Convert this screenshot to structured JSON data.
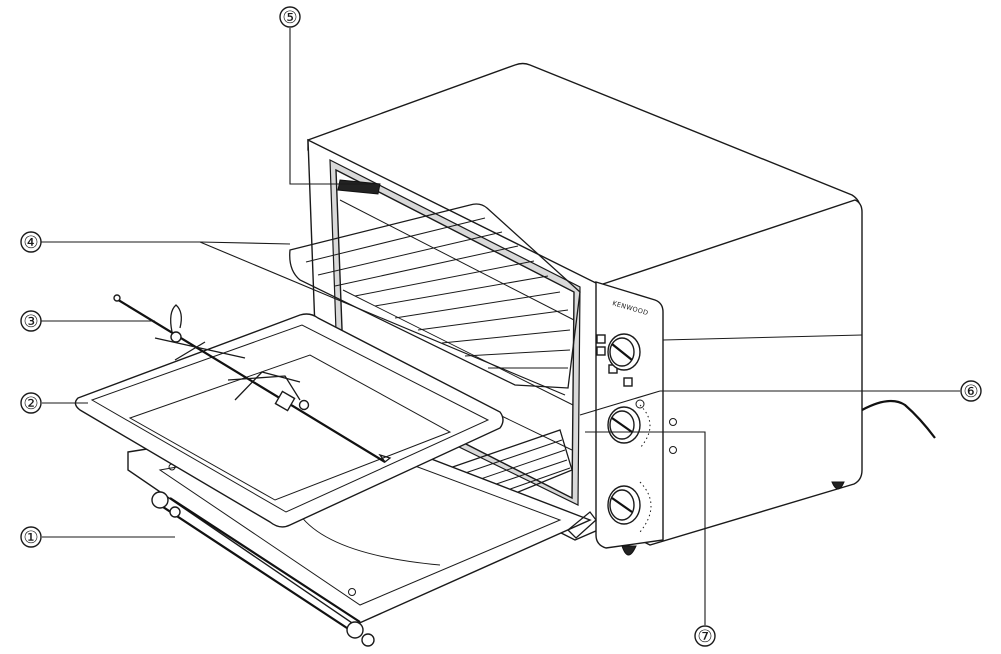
{
  "brand_label": "KENWOOD",
  "callouts": [
    {
      "id": "callout-1",
      "label": "①"
    },
    {
      "id": "callout-2",
      "label": "②"
    },
    {
      "id": "callout-3",
      "label": "③"
    },
    {
      "id": "callout-4",
      "label": "④"
    },
    {
      "id": "callout-5",
      "label": "⑤"
    },
    {
      "id": "callout-6",
      "label": "⑥"
    },
    {
      "id": "callout-7",
      "label": "⑦"
    }
  ],
  "colors": {
    "line": "#1a1a1a",
    "background": "#ffffff",
    "shade": "#d9d9d9"
  }
}
